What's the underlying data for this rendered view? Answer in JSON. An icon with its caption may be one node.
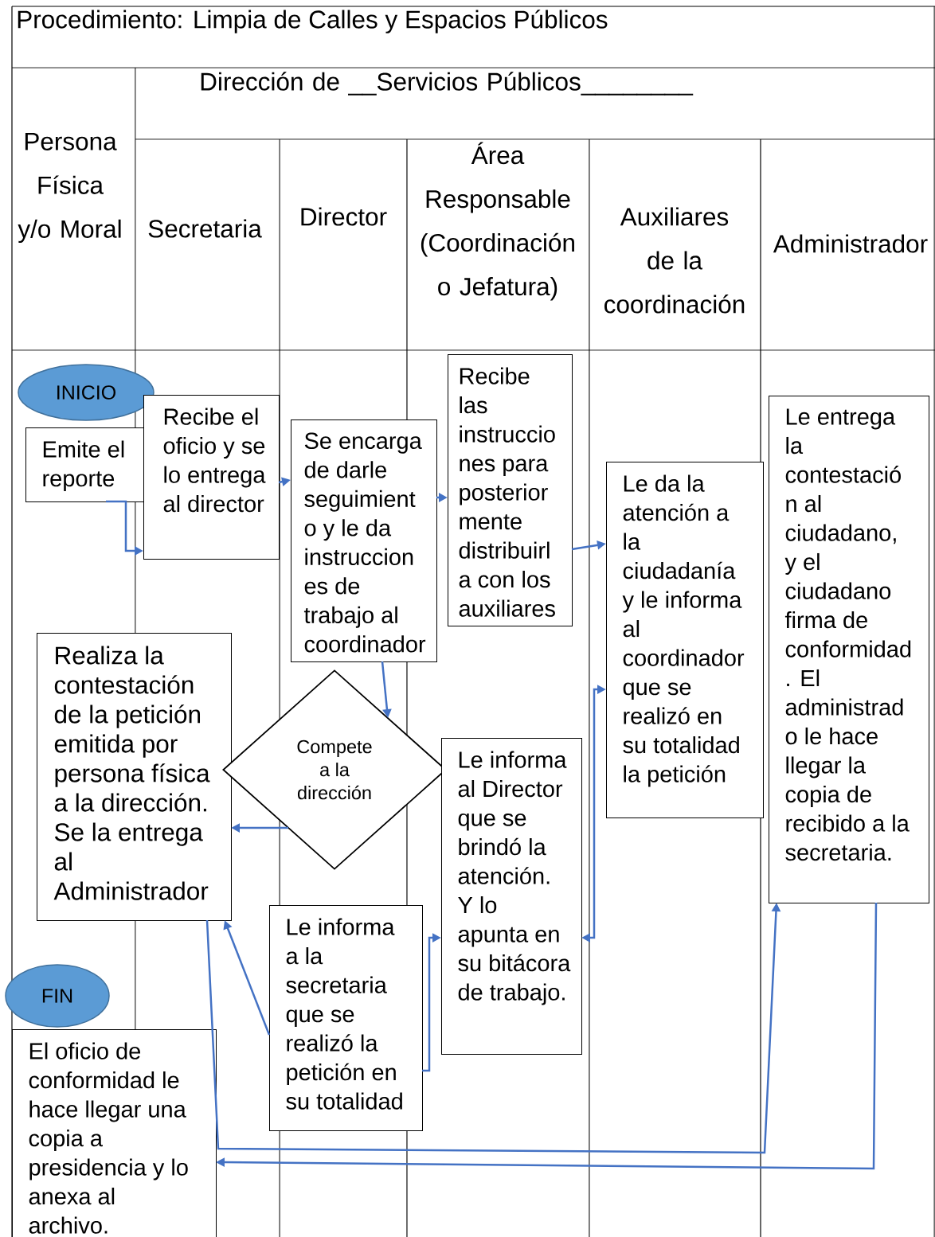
{
  "diagram": {
    "title": "Procedimiento: Limpia de Calles y Espacios Públicos",
    "nodes": [
      {
        "text": [
          "INICIO"
        ]
      },
      {
        "text": [
          "Emite el reporte"
        ]
      },
      {
        "text": [
          "Recibe el oficio y se lo entrega al director"
        ]
      },
      {
        "text": [
          "Se encarga de darle seguimient o y le da instruccion es de trabajo al coordinador"
        ]
      },
      {
        "text": [
          "Recibe las instruccio nes para posterior mente distribuirl a con los auxiliares"
        ]
      },
      {
        "text": [
          "Le da la atención a la ciudadanía y le informa al coordinador que se realizó en su totalidad la petición"
        ]
      },
      {
        "text": [
          "Le entrega la contestació n al ciudadano, y el ciudadano firma de conformidad . El administrad o le hace llegar la copia de recibido a la secretaria."
        ]
      },
      {
        "text": [
          "Realiza la contestación de la petición emitida por persona física a la dirección. Se la entrega al Administrador"
        ]
      },
      {
        "text": [
          "Compete a la dirección"
        ]
      },
      {
        "text": [
          "Le informa al Director que se brindó la atención. Y lo apunta en su bitácora de trabajo."
        ]
      },
      {
        "text": [
          "FIN"
        ]
      },
      {
        "text": [
          "Le informa a la secretaria que se realizó la petición en su totalidad"
        ]
      },
      {
        "text": [
          "El oficio de conformidad le hace llegar una copia a presidencia y lo anexa al archivo."
        ]
      }
    ],
    "edges": [
      {
        "from": 1,
        "to": 2,
        "arrow": "to"
      },
      {
        "from": 2,
        "to": 3,
        "arrow": "to"
      },
      {
        "from": 3,
        "to": 4,
        "arrow": "to"
      },
      {
        "from": 4,
        "to": 5,
        "arrow": "to"
      },
      {
        "from": 3,
        "to": 8,
        "arrow": "to"
      },
      {
        "from": 8,
        "to": 7,
        "arrow": "to"
      },
      {
        "from": 5,
        "to": 9,
        "arrow": "both"
      },
      {
        "from": 11,
        "to": 9,
        "arrow": "to"
      },
      {
        "from": 11,
        "to": 7,
        "arrow": "to"
      },
      {
        "from": 7,
        "to": 6,
        "arrow": "to"
      },
      {
        "from": 6,
        "to": 12,
        "arrow": "to"
      }
    ],
    "labels": [
      "Persona Física y/o Moral",
      "Dirección de __Servicios Públicos________",
      "Secretaria",
      "Director",
      "Área Responsable (Coordinación o Jefatura)",
      "Auxiliares de la coordinación",
      "Administrador"
    ]
  }
}
